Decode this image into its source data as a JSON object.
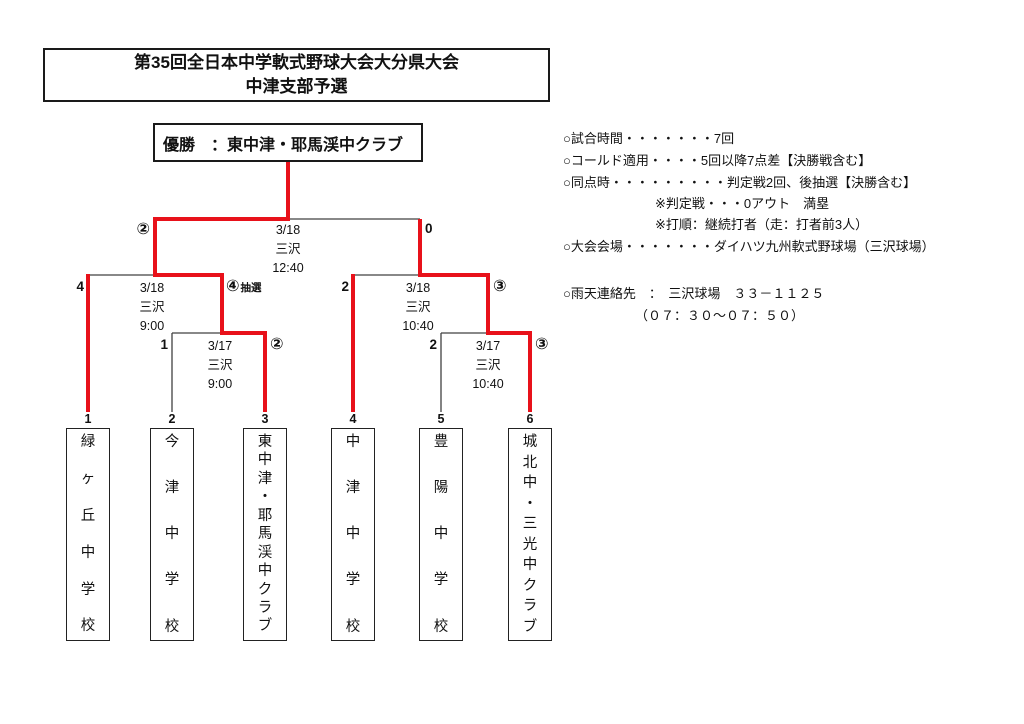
{
  "title": {
    "line1": "第35回全日本中学軟式野球大会大分県大会",
    "line2": "中津支部予選"
  },
  "champion": {
    "text": "優勝　：東中津・耶馬渓中クラブ"
  },
  "bracket": {
    "colors": {
      "winner_path": "#e8111a",
      "line": "#404040"
    },
    "final": {
      "date": "3/18",
      "venue": "三沢",
      "time": "12:40",
      "left_score": "②",
      "right_score": "0"
    },
    "semi_left": {
      "date": "3/18",
      "venue": "三沢",
      "time": "9:00",
      "left_score": "4",
      "right_score": "④",
      "right_score_note": "抽選"
    },
    "semi_right": {
      "date": "3/18",
      "venue": "三沢",
      "time": "10:40",
      "left_score": "2",
      "right_score": "③"
    },
    "round1_left": {
      "date": "3/17",
      "venue": "三沢",
      "time": "9:00",
      "left_score": "1",
      "right_score": "②"
    },
    "round1_right": {
      "date": "3/17",
      "venue": "三沢",
      "time": "10:40",
      "left_score": "2",
      "right_score": "③"
    }
  },
  "teams": [
    {
      "seed": "1",
      "name": "緑ヶ丘中学校"
    },
    {
      "seed": "2",
      "name": "今津中学校"
    },
    {
      "seed": "3",
      "name": "東中津・耶馬渓中クラブ"
    },
    {
      "seed": "4",
      "name": "中津中学校"
    },
    {
      "seed": "5",
      "name": "豊陽中学校"
    },
    {
      "seed": "6",
      "name": "城北中・三光中クラブ"
    }
  ],
  "notes": [
    {
      "text": "○試合時間・・・・・・・7回"
    },
    {
      "text": "○コールド適用・・・・5回以降7点差【決勝戦含む】"
    },
    {
      "text": "○同点時・・・・・・・・・判定戦2回、後抽選【決勝含む】"
    },
    {
      "text": "※判定戦・・・0アウト　満塁"
    },
    {
      "text": "※打順：継続打者（走：打者前3人）"
    },
    {
      "text": "○大会会場・・・・・・・ダイハツ九州軟式野球場（三沢球場）"
    },
    {
      "text": "○雨天連絡先　：　三沢球場　３３－１１２５"
    },
    {
      "text": "（０７：３０～０７：５０）"
    }
  ]
}
